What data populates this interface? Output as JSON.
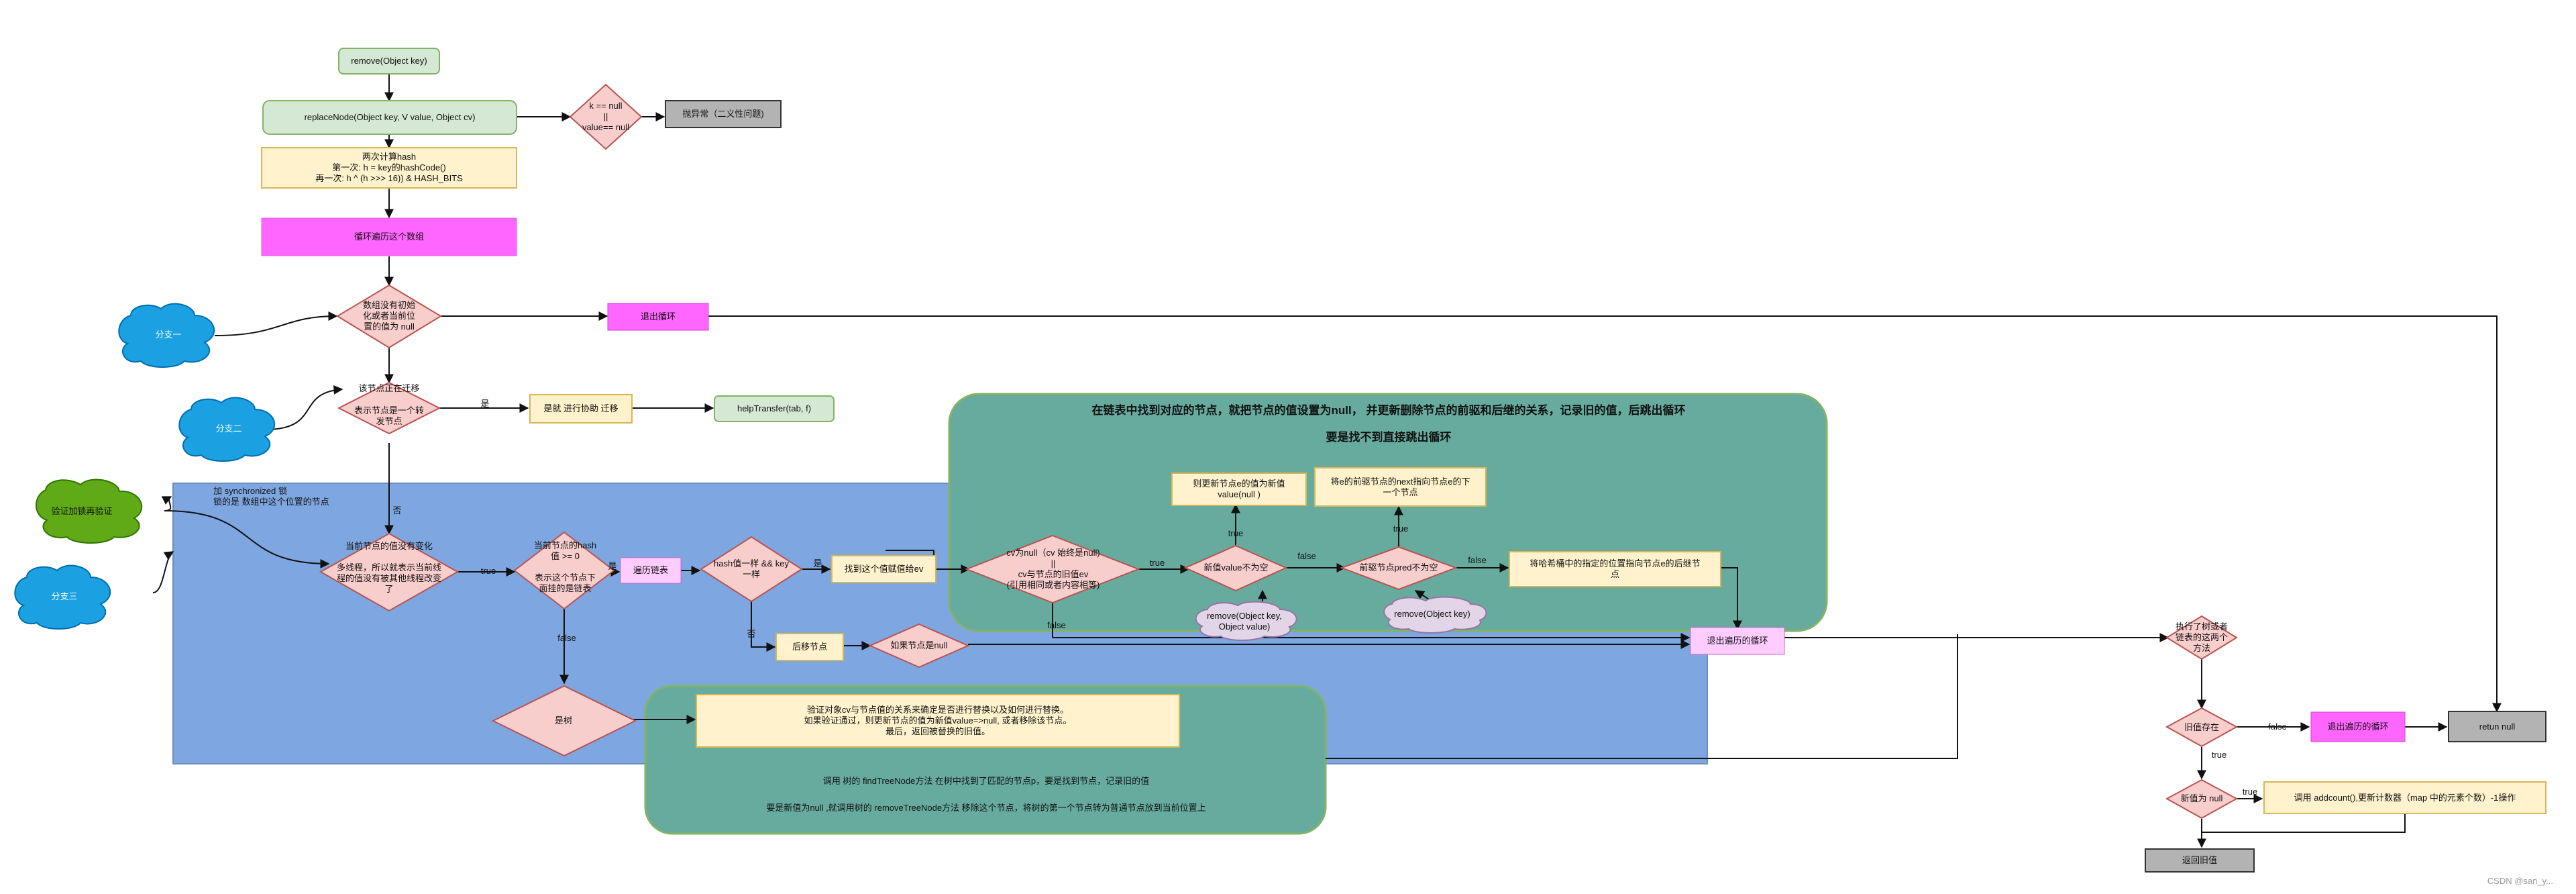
{
  "nodes": {
    "remove": "remove(Object key)",
    "replace": "replaceNode(Object key, V value, Object cv)",
    "check_null": "k == null\n||\nvalue== null",
    "throw": "抛异常（二义性问题)",
    "hash": "两次计算hash\n第一次:  h = key的hashCode()\n再一次:  h ^ (h >>> 16)) & HASH_BITS",
    "loop": "循环遍历这个数组",
    "array_check": "数组没有初始\n化或者当前位\n置的值为 null",
    "exit_loop": "退出循环",
    "forward_top": "该节点正在迁移",
    "forward": "表示节点是一个转\n发节点",
    "yes1": "是",
    "help": "是就 进行协助 迁移",
    "helpTransfer": "helpTransfer(tab, f)",
    "sync": "加 synchronized 锁\n锁的是 数组中这个位置的节点",
    "no1": "否",
    "verify": "验证加锁再验证",
    "changed": "当前节点的值没有变化\n\n多线程，所以就表示当前线\n程的值没有被其他线程改变\n了",
    "true1": "true",
    "hashgte": "当前节点的hash\n值 >= 0\n\n表示这个节点下\n面挂的是链表",
    "yes2": "是",
    "traverse": "遍历链表",
    "hash_key": "hash值一样 && key\n一样",
    "yes3": "是",
    "found": "找到这个值赋值给ev",
    "cv_check": "cv为null（cv 始终是null)\n||\ncv与节点的旧值ev\n(引用相同或者内容相等)",
    "true2": "true",
    "false_cv": "false",
    "no2": "否",
    "next": "后移节点",
    "if_null": "如果节点是null",
    "false1": "false",
    "tree": "是树",
    "header1": "在链表中找到对应的节点，就把节点的值设置为null， 并更新删除节点的前驱和后继的关系，记录旧的值，后跳出循环",
    "header2": "要是找不到直接跳出循环",
    "set_value": "则更新节点e的值为新值\nvalue(null )",
    "prev_next": "将e的前驱节点的next指向节点e的下\n一个节点",
    "true3": "true",
    "true4": "true",
    "newval": "新值value不为空",
    "false2": "false",
    "pred": "前驱节点pred不为空",
    "false3": "false",
    "hashbucket": "将哈希桶中的指定的位置指向节点e的后继节\n点",
    "cloud_remove1": "remove(Object key,\nObject value)",
    "cloud_remove2": "remove(Object key)",
    "exit_traverse": "退出遍历的循环",
    "tree_text": "验证对象cv与节点值的关系来确定是否进行替换以及如何进行替换。\n如果验证通过，则更新节点的值为新值value=>null,  或者移除该节点。\n最后，返回被替换的旧值。",
    "tree_line1": "调用 树的  findTreeNode方法 在树中找到了匹配的节点p，要是找到节点，记录旧的值",
    "tree_line2": "要是新值为null ,就调用树的 removeTreeNode方法 移除这个节点，将树的第一个节点转为普通节点放到当前位置上",
    "exec_after": "执行了树或者\n链表的这两个\n方法",
    "old_exists": "旧值存在",
    "false4": "false",
    "exit_traverse2": "退出遍历的循环",
    "return_null": "retun  null",
    "true5": "true",
    "newnull": "新值为 null",
    "true6": "true",
    "addcount": "调用 addcount(),更新计数器（map 中的元素个数）-1操作",
    "return_old": "返回旧值",
    "branch1": "分支一",
    "branch2": "分支二",
    "branch3": "分支三"
  },
  "watermark": "CSDN @san_y...",
  "colors": {
    "green_box_fill": "#d5e8d4",
    "green_box_stroke": "#82b366",
    "pink_diamond_fill": "#f8cecc",
    "pink_diamond_stroke": "#b85450",
    "yellow_box_fill": "#fff2cc",
    "yellow_box_stroke": "#d6b656",
    "magenta_fill": "#ff66ff",
    "light_pink_fill": "#ffccff",
    "gray_fill": "#b3b3b3",
    "blue_area": "#7ea6e0",
    "teal_area": "#67ab9f",
    "cloud_blue": "#1ba1e2",
    "cloud_green": "#60a917",
    "cloud_purple": "#e1d5e7"
  }
}
